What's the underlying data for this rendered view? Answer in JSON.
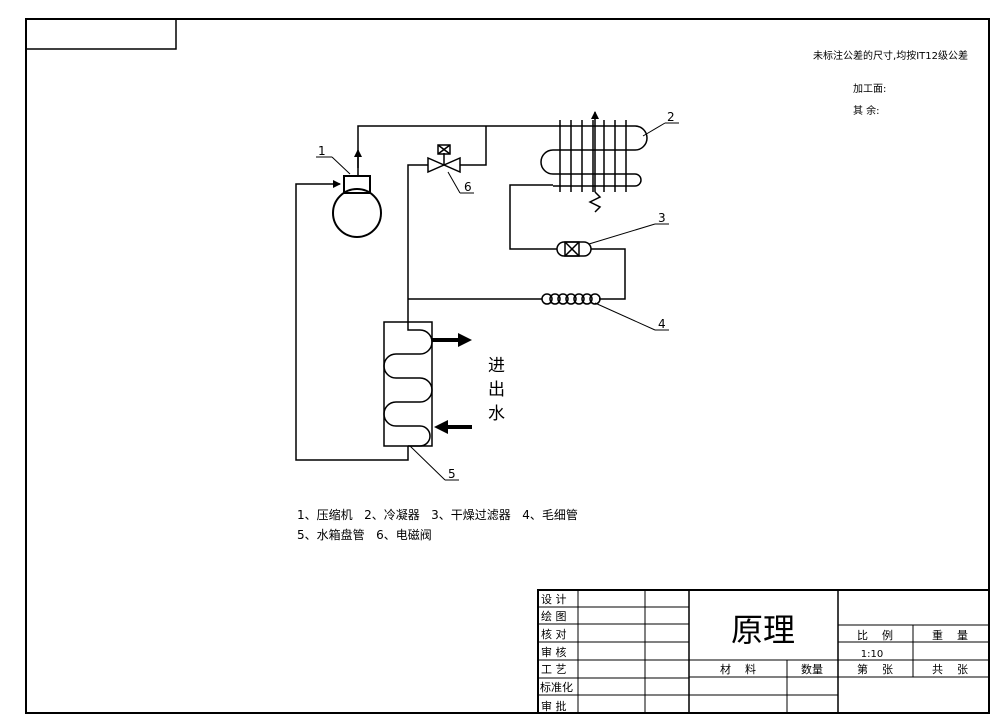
{
  "header": {
    "tolerance_note": "未标注公差的尺寸,均按IT12级公差",
    "machined_surface_label": "加工面:",
    "other_surface_label": "其 余:"
  },
  "diagram": {
    "part_numbers": [
      "1",
      "2",
      "3",
      "4",
      "5",
      "6"
    ],
    "water_label": [
      "进",
      "出",
      "水"
    ]
  },
  "legend": {
    "line1": "1、压缩机   2、冷凝器   3、干燥过滤器   4、毛细管",
    "line2": "5、水箱盘管   6、电磁阀"
  },
  "title_block": {
    "roles": [
      "设 计",
      "绘 图",
      "核 对",
      "审 核",
      "工 艺",
      "标准化",
      "审 批"
    ],
    "drawing_title": "原理",
    "material_label": "材    料",
    "quantity_label": "数量",
    "scale_label": "比    例",
    "weight_label": "重    量",
    "scale_value": "1:10",
    "sheet_no_label": "第    张",
    "sheet_total_label": "共    张"
  }
}
